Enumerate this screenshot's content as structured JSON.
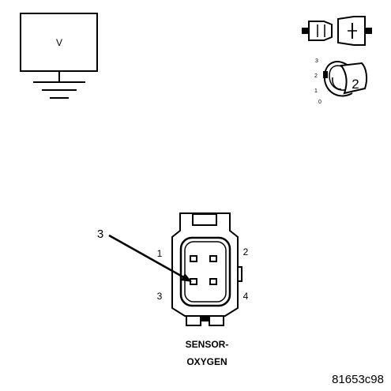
{
  "voltmeter": {
    "symbol": "V"
  },
  "ignition": {
    "pos_3": "3",
    "pos_2": "2",
    "pos_1": "1",
    "pos_0": "0",
    "step": "2"
  },
  "connector": {
    "callout": "3",
    "pins": {
      "p1": "1",
      "p2": "2",
      "p3": "3",
      "p4": "4"
    },
    "name_line1": "SENSOR-",
    "name_line2": "OXYGEN"
  },
  "figure_code": "81653c98"
}
